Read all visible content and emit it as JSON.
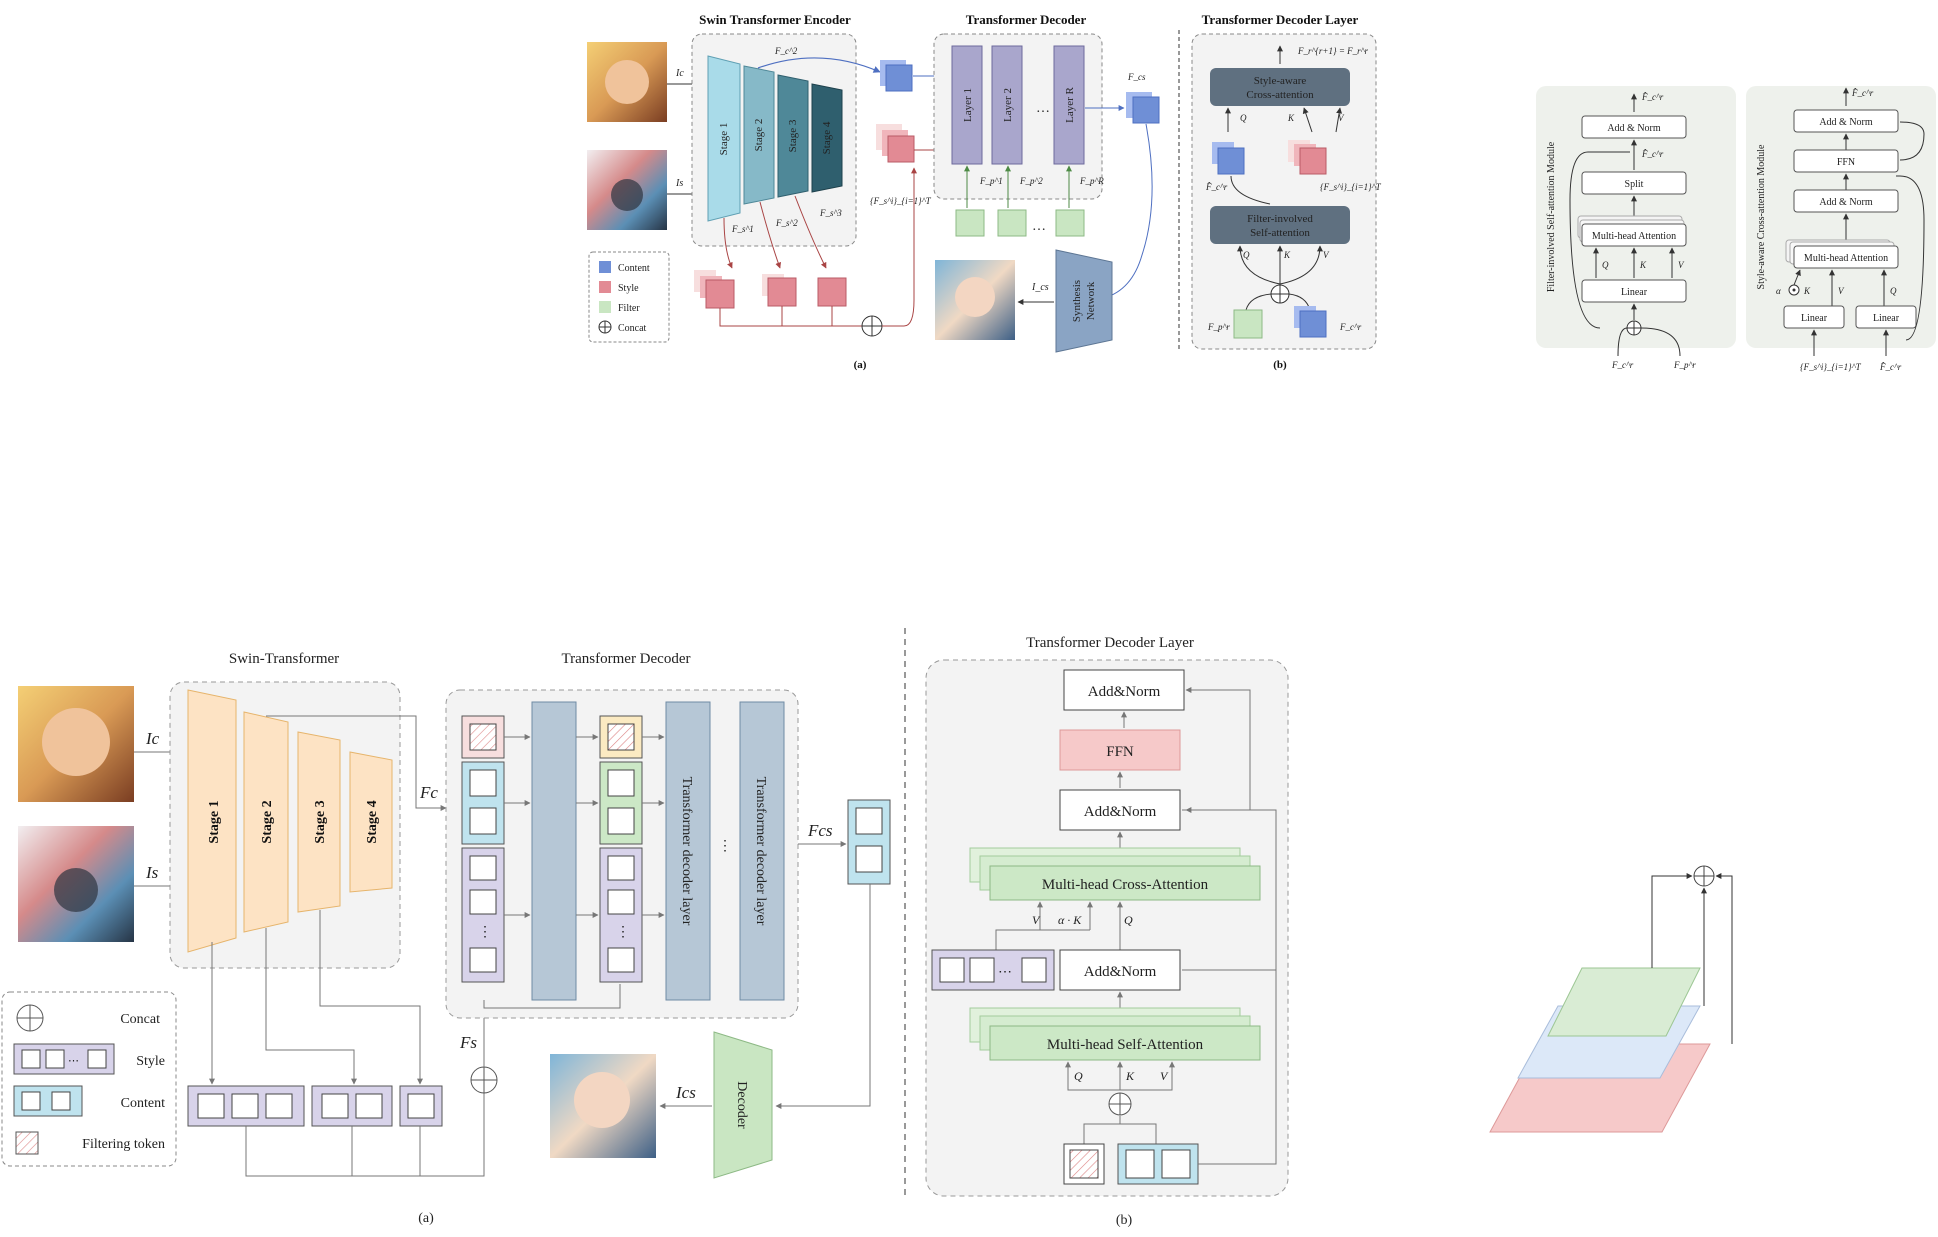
{
  "top": {
    "headings": {
      "encoder": "Swin Transformer Encoder",
      "decoder": "Transformer Decoder",
      "decoder_layer": "Transformer Decoder Layer"
    },
    "stages": [
      "Stage 1",
      "Stage 2",
      "Stage 3",
      "Stage 4"
    ],
    "layers": [
      "Layer 1",
      "Layer 2",
      "Layer R"
    ],
    "ellipsis": "…",
    "inputs": {
      "content": "Ic",
      "style": "Is"
    },
    "feature_labels": {
      "fc_top": "F_c^2",
      "fs_stages": [
        "F_s^1",
        "F_s^2",
        "F_s^3"
      ],
      "fs_set": "{F_s^i}_{i=1}^T",
      "fp_layers": [
        "F_p^1",
        "F_p^2",
        "F_p^R"
      ],
      "fcs": "F_cs",
      "ics": "I_cs"
    },
    "synthesis": "Synthesis Network",
    "legend": [
      {
        "label": "Content",
        "color": "#6f8fd6"
      },
      {
        "label": "Style",
        "color": "#e28a94"
      },
      {
        "label": "Filter",
        "color": "#c9e6c2"
      },
      {
        "label": "Concat",
        "color": "#ffffff"
      }
    ],
    "caption_a": "(a)",
    "caption_b": "(b)",
    "decoder_layer": {
      "out": "F_r^{r+1} = F_r^r",
      "cross": [
        "Style-aware",
        "Cross-attention"
      ],
      "self": [
        "Filter-involved",
        "Self-attention"
      ],
      "q": "Q",
      "k": "K",
      "v": "V",
      "fc_hat": "F̂_c^r",
      "fs_set": "{F_s^i}_{i=1}^T",
      "fp": "F_p^r",
      "fc": "F_c^r"
    }
  },
  "right": {
    "left_module": "Filter-involved Self-attention Module",
    "right_module": "Style-aware Cross-attention Module",
    "left_blocks": [
      "Add & Norm",
      "Split",
      "Multi-head Attention",
      "Linear"
    ],
    "right_blocks": [
      "Add & Norm",
      "FFN",
      "Add & Norm",
      "Multi-head Attention",
      "Linear",
      "Linear"
    ],
    "labels": {
      "q": "Q",
      "k": "K",
      "v": "V",
      "alpha": "α",
      "fc_out": "F̂_c^r",
      "fc_mid": "F̂_c^r",
      "fc_in": "F_c^r",
      "fp_in": "F_p^r",
      "fs_in": "{F_s^i}_{i=1}^T",
      "fc_hat_in": "F̂_c^r",
      "out_right": "F̂_c^r"
    }
  },
  "bottom": {
    "headings": {
      "swin": "Swin-Transformer",
      "decoder": "Transformer Decoder",
      "decoder_layer": "Transformer Decoder Layer"
    },
    "stages": [
      "Stage 1",
      "Stage 2",
      "Stage 3",
      "Stage 4"
    ],
    "inputs": {
      "content": "Ic",
      "style": "Is"
    },
    "labels": {
      "fc": "Fc",
      "fs": "Fs",
      "fcs": "Fcs",
      "ics": "Ics"
    },
    "decoder_layers": [
      "Transformer decoder layer",
      "Transformer decoder layer"
    ],
    "dots": "⋮",
    "hdots": "⋯",
    "decoder": "Decoder",
    "legend": [
      {
        "label": "Concat"
      },
      {
        "label": "Style",
        "color": "#d8d3ea"
      },
      {
        "label": "Content",
        "color": "#bfe3ee"
      },
      {
        "label": "Filtering token",
        "color": "#f7dede"
      }
    ],
    "layer_blocks": {
      "add_norm_top": "Add&Norm",
      "ffn": "FFN",
      "add_norm_mid": "Add&Norm",
      "cross": "Multi-head Cross-Attention",
      "add_norm_low": "Add&Norm",
      "self": "Multi-head Self-Attention"
    },
    "layer_labels": {
      "v": "V",
      "ak": "α · K",
      "q": "Q",
      "q2": "Q",
      "k2": "K",
      "v2": "V",
      "hdots": "⋯"
    },
    "caption_a": "(a)",
    "caption_b": "(b)"
  },
  "colors": {
    "stage_blue": [
      "#a9dbe9",
      "#86b9c8",
      "#4f8898",
      "#2f5f6e"
    ],
    "layer_purple": "#a9a6cc",
    "content_blue": "#6f8fd6",
    "style_pink": "#e28a94",
    "filter_green": "#c9e6c2",
    "stage_orange": "#fde3c4",
    "decoder_gray": "#b6c7d6",
    "ffn_pink": "#f6c9c9",
    "attn_green": "#cce8c6"
  }
}
